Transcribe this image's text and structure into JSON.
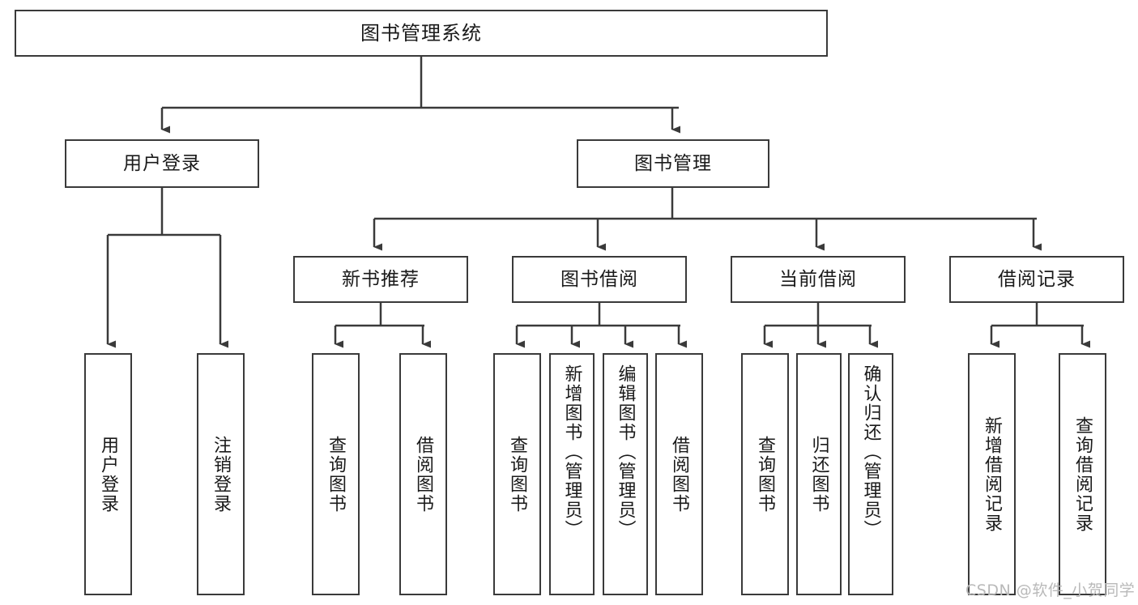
{
  "diagram": {
    "title": "图书管理系统",
    "type": "tree",
    "background_color": "#ffffff",
    "box_border_color": "#3a3a3a",
    "line_color": "#3a3a3a",
    "text_color": "#1a1a1a"
  },
  "nodes": {
    "root": {
      "label": "图书管理系统"
    },
    "level2": [
      {
        "id": "user-login",
        "label": "用户登录"
      },
      {
        "id": "book-manage",
        "label": "图书管理"
      }
    ],
    "level3": [
      {
        "id": "new-book-rec",
        "label": "新书推荐"
      },
      {
        "id": "book-borrow",
        "label": "图书借阅"
      },
      {
        "id": "current-borrow",
        "label": "当前借阅"
      },
      {
        "id": "borrow-record",
        "label": "借阅记录"
      }
    ],
    "leaves": [
      {
        "id": "leaf-user-login",
        "label": "用户登录",
        "parent": "user-login"
      },
      {
        "id": "leaf-logout",
        "label": "注销登录",
        "parent": "user-login"
      },
      {
        "id": "leaf-query-book-1",
        "label": "查询图书",
        "parent": "new-book-rec"
      },
      {
        "id": "leaf-borrow-book-1",
        "label": "借阅图书",
        "parent": "new-book-rec"
      },
      {
        "id": "leaf-query-book-2",
        "label": "查询图书",
        "parent": "book-borrow"
      },
      {
        "id": "leaf-add-book",
        "label": "新增图书（管理员）",
        "parent": "book-borrow"
      },
      {
        "id": "leaf-edit-book",
        "label": "编辑图书（管理员）",
        "parent": "book-borrow"
      },
      {
        "id": "leaf-borrow-book-2",
        "label": "借阅图书",
        "parent": "book-borrow"
      },
      {
        "id": "leaf-query-book-3",
        "label": "查询图书",
        "parent": "current-borrow"
      },
      {
        "id": "leaf-return-book",
        "label": "归还图书",
        "parent": "current-borrow"
      },
      {
        "id": "leaf-confirm-return",
        "label": "确认归还（管理员）",
        "parent": "current-borrow"
      },
      {
        "id": "leaf-add-record",
        "label": "新增借阅记录",
        "parent": "borrow-record"
      },
      {
        "id": "leaf-query-record",
        "label": "查询借阅记录",
        "parent": "borrow-record"
      }
    ]
  },
  "watermark": {
    "text": "CSDN @软件_小贺同学"
  }
}
